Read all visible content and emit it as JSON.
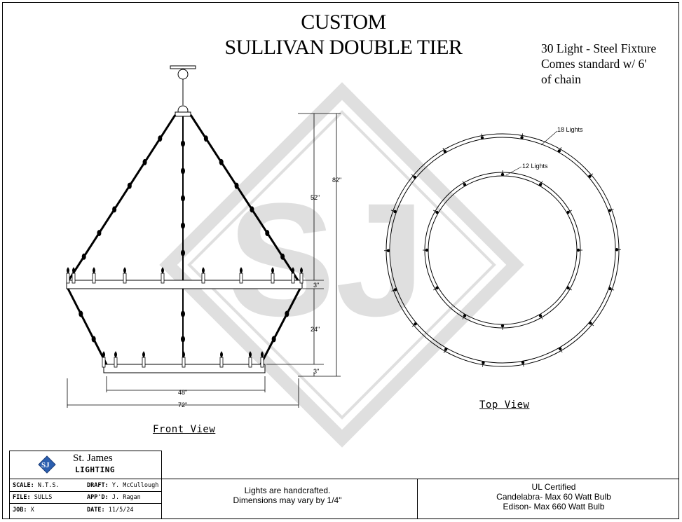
{
  "title": {
    "line1": "CUSTOM",
    "line2": "SULLIVAN DOUBLE TIER"
  },
  "spec": {
    "line1": "30 Light - Steel Fixture",
    "line2": "Comes standard w/ 6'",
    "line3": "of chain"
  },
  "front_view": {
    "label": "Front View",
    "dims": {
      "overall_height": "82\"",
      "upper_height": "52\"",
      "band_top": "3\"",
      "lower_height": "24\"",
      "band_bottom": "3\"",
      "bottom_width": "48\"",
      "top_width": "72\""
    }
  },
  "top_view": {
    "label": "Top View",
    "outer_lights": "18 Lights",
    "inner_lights": "12 Lights"
  },
  "company": {
    "name": "St. James",
    "sub": "LIGHTING"
  },
  "titleblock": {
    "scale_key": "SCALE:",
    "scale_val": "N.T.S.",
    "draft_key": "DRAFT:",
    "draft_val": "Y. McCullough",
    "file_key": "FILE:",
    "file_val": "SULLS",
    "appd_key": "APP'D:",
    "appd_val": "J. Ragan",
    "job_key": "JOB:",
    "job_val": "X",
    "date_key": "DATE:",
    "date_val": "11/5/24"
  },
  "notes": {
    "line1": "Lights are handcrafted.",
    "line2": "Dimensions may vary by 1/4\""
  },
  "ul": {
    "line1": "UL Certified",
    "line2": "Candelabra- Max 60 Watt Bulb",
    "line3": "Edison- Max 660 Watt Bulb"
  }
}
